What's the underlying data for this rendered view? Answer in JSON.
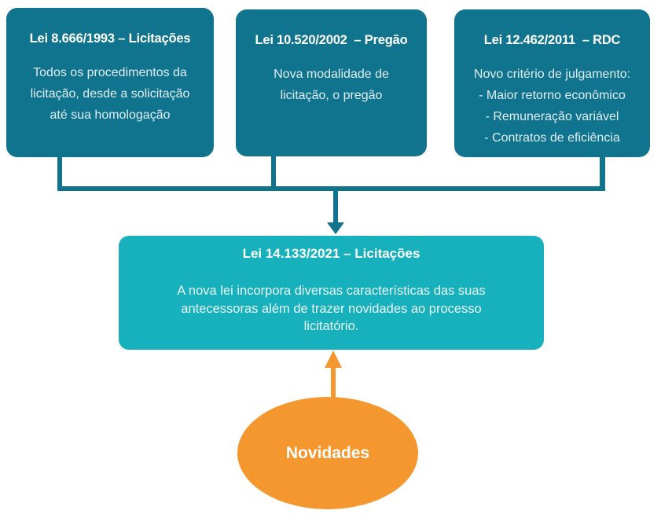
{
  "colors": {
    "teal": "#11748E",
    "cyan": "#17B1BD",
    "orange": "#F5972F",
    "bodytext": "#DFEDF2",
    "bodytext2": "#E6F6F7"
  },
  "top_boxes": [
    {
      "title": "Lei 8.666/1993 – Licitações",
      "body": "Todos os procedimentos da\nlicitação, desde a solicitação\naté sua homologação"
    },
    {
      "title": "Lei 10.520/2002  – Pregão",
      "body": "Nova modalidade de\nlicitação, o pregão"
    },
    {
      "title": "Lei 12.462/2011  – RDC",
      "body": "Novo critério de julgamento:\n- Maior retorno econômico\n- Remuneração variável\n- Contratos de eficiência"
    }
  ],
  "main_box": {
    "title": "Lei 14.133/2021 – Licitações",
    "body": "A nova lei incorpora diversas características das suas\nantecessoras além de trazer novidades ao processo\nlicitatório."
  },
  "ellipse": {
    "label": "Novidades"
  }
}
